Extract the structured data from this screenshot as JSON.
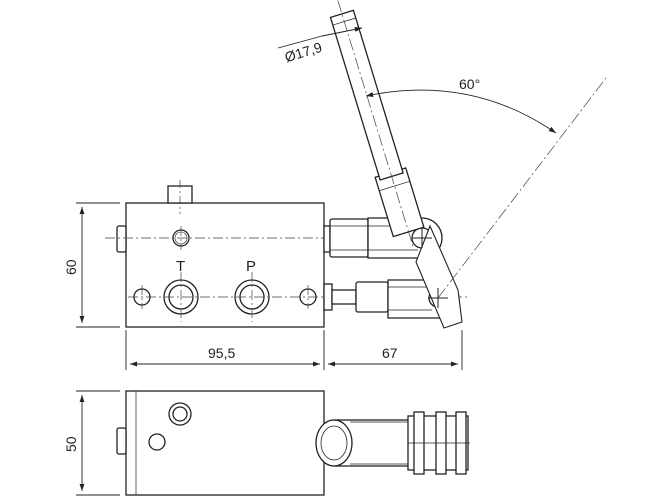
{
  "labels": {
    "diameter": "Ø17,9",
    "angle": "60°",
    "height_front": "60",
    "height_top": "50",
    "length_body": "95,5",
    "length_lever": "67",
    "port_t": "T",
    "port_p": "P"
  },
  "colors": {
    "line": "#222222",
    "centerline": "#444444",
    "background": "#ffffff"
  }
}
